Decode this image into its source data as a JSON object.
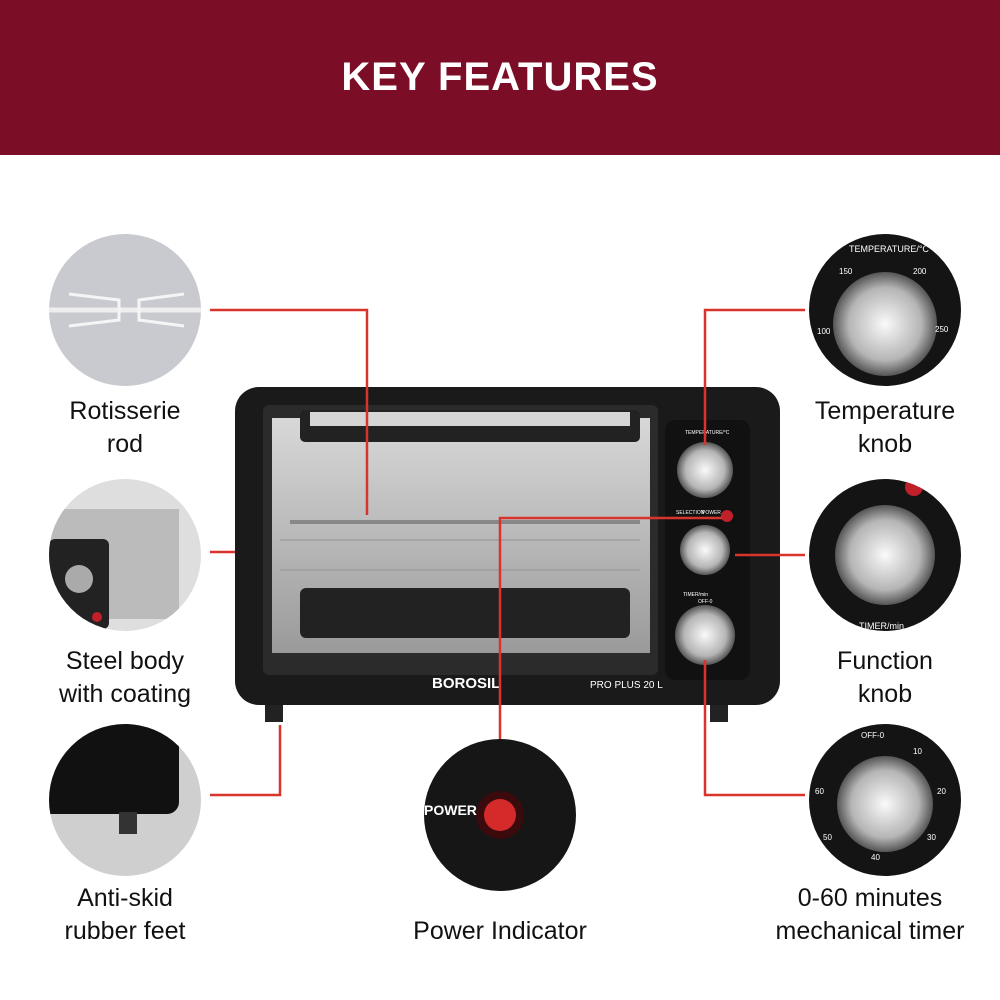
{
  "header": {
    "title": "KEY FEATURES",
    "background": "#7b0d27"
  },
  "accent_line_color": "#d9342b",
  "oven": {
    "brand": "BOROSIL",
    "model": "PRO PLUS 20 L",
    "panel_labels": [
      "TEMPERATURE/°C",
      "SELECTION",
      "POWER",
      "TIMER/min",
      "OFF-0"
    ]
  },
  "features": [
    {
      "label_lines": [
        "Rotisserie",
        "rod"
      ],
      "icon": "rotisserie-rod"
    },
    {
      "label_lines": [
        "Steel body",
        "with coating"
      ],
      "icon": "steel-body"
    },
    {
      "label_lines": [
        "Anti-skid",
        "rubber feet"
      ],
      "icon": "rubber-foot"
    },
    {
      "label_lines": [
        "Temperature",
        "knob"
      ],
      "icon": "temperature-knob",
      "scale": [
        "100",
        "150",
        "200",
        "250"
      ],
      "scale_title": "TEMPERATURE/°C"
    },
    {
      "label_lines": [
        "Function",
        "knob"
      ],
      "icon": "function-knob",
      "scale_title": "TIMER/min"
    },
    {
      "label_lines": [
        "0-60 minutes",
        "mechanical timer"
      ],
      "icon": "timer-knob",
      "scale": [
        "OFF-0",
        "10",
        "20",
        "30",
        "40",
        "50",
        "60"
      ]
    },
    {
      "label_lines": [
        "Power Indicator"
      ],
      "icon": "power-indicator",
      "panel_text": "POWER"
    }
  ]
}
